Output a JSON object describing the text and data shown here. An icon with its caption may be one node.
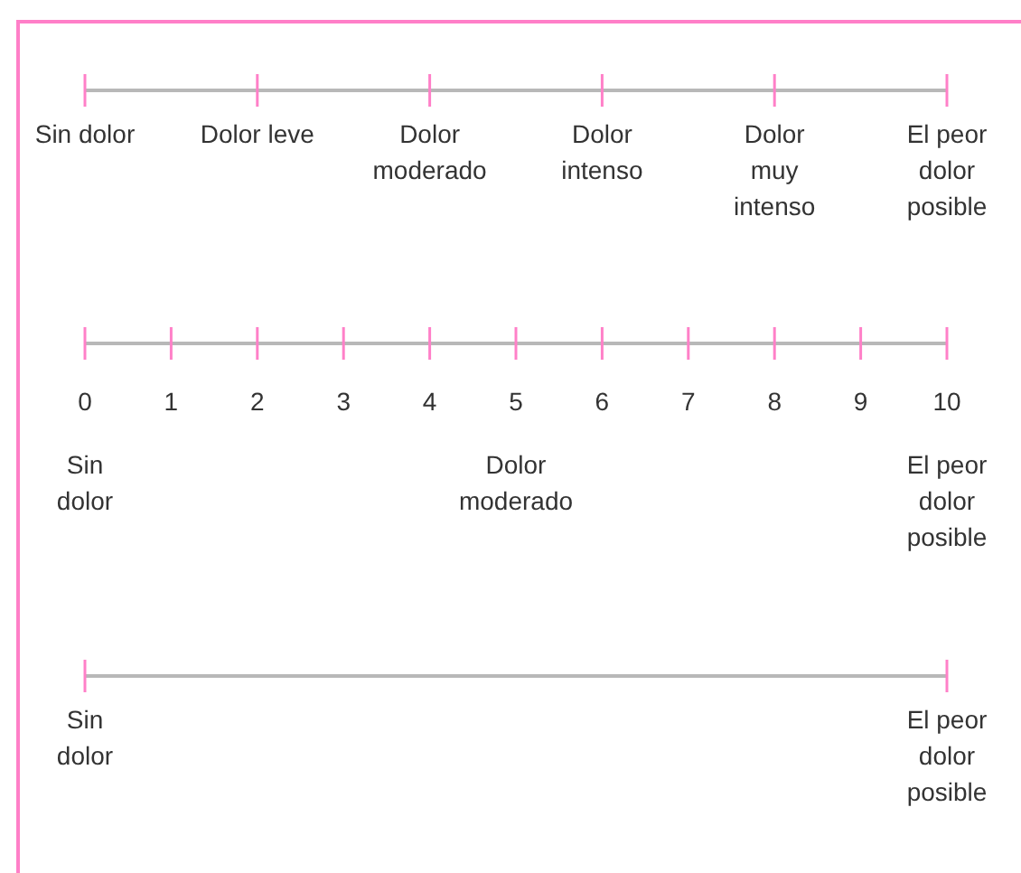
{
  "diagram": {
    "labels": [
      "Sin dolor",
      "Dolor leve",
      "Dolor moderado",
      "Dolor intenso",
      "Dolor muy intenso",
      "El peor dolor posible",
      "0",
      "1",
      "2",
      "3",
      "4",
      "5",
      "6",
      "7",
      "8",
      "9",
      "10",
      "Sin dolor",
      "Dolor moderado",
      "El peor dolor posible",
      "Sin dolor",
      "El peor dolor posible"
    ]
  }
}
